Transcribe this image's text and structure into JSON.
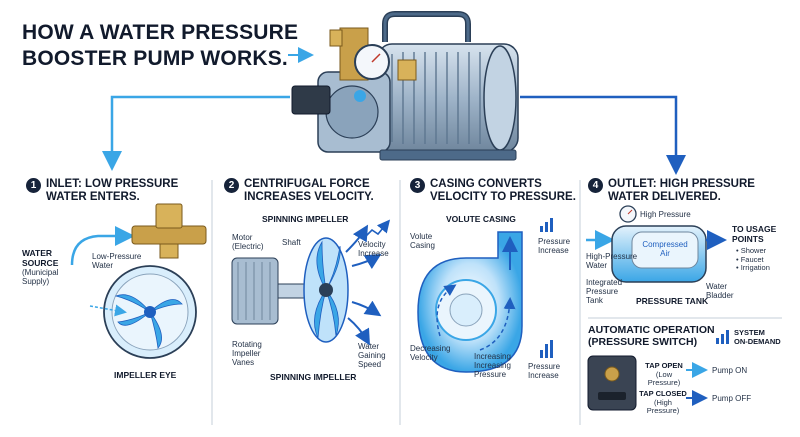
{
  "title": {
    "line1": "HOW A WATER PRESSURE",
    "line2": "BOOSTER PUMP WORKS."
  },
  "step1": {
    "number": "1",
    "title_line1": "INLET: LOW PRESSURE",
    "title_line2": "WATER ENTERS.",
    "water_source_line1": "WATER",
    "water_source_line2": "SOURCE",
    "water_source_line3": "(Municipal",
    "water_source_line4": "Supply)",
    "low_pressure_line1": "Low-Pressure",
    "low_pressure_line2": "Water",
    "impeller_eye": "IMPELLER EYE"
  },
  "step2": {
    "number": "2",
    "title_line1": "CENTRIFUGAL FORCE",
    "title_line2": "INCREASES VELOCITY.",
    "spinning_impeller_top": "SPINNING IMPELLER",
    "motor_line1": "Motor",
    "motor_line2": "(Electric)",
    "shaft": "Shaft",
    "velocity_line1": "Velocity",
    "velocity_line2": "Increase",
    "rotating_line1": "Rotating",
    "rotating_line2": "Impeller",
    "rotating_line3": "Vanes",
    "water_gaining_line1": "Water",
    "water_gaining_line2": "Gaining",
    "water_gaining_line3": "Speed",
    "spinning_impeller_bottom": "SPINNING IMPELLER"
  },
  "step3": {
    "number": "3",
    "title_line1": "CASING CONVERTS",
    "title_line2": "VELOCITY TO PRESSURE.",
    "volute_casing_head": "VOLUTE CASING",
    "volute_line1": "Volute",
    "volute_line2": "Casing",
    "pressure_increase_top_line1": "Pressure",
    "pressure_increase_top_line2": "Increase",
    "decreasing_line1": "Decreasing",
    "decreasing_line2": "Velocity",
    "increasing_line1": "Increasing",
    "increasing_line2": "Increasing",
    "increasing_line3": "Pressure",
    "pressure_increase_bottom_line1": "Pressure",
    "pressure_increase_bottom_line2": "Increase"
  },
  "step4": {
    "number": "4",
    "title_line1": "OUTLET: HIGH PRESSURE",
    "title_line2": "WATER DELIVERED.",
    "high_pressure": "High Pressure",
    "to_usage_line1": "TO USAGE",
    "to_usage_line2": "POINTS",
    "usage_points": [
      "• Shower",
      "• Faucet",
      "• Irrigation"
    ],
    "compressed_line1": "Compressed",
    "compressed_line2": "Air",
    "high_pressure_water_line1": "High-Pressure",
    "high_pressure_water_line2": "Water",
    "integrated_line1": "Integrated",
    "integrated_line2": "Pressure",
    "integrated_line3": "Tank",
    "water_bladder_line1": "Water",
    "water_bladder_line2": "Bladder",
    "pressure_tank": "PRESSURE TANK"
  },
  "auto": {
    "head_line1": "AUTOMATIC OPERATION",
    "head_line2": "(PRESSURE SWITCH)",
    "system_line1": "SYSTEM",
    "system_line2": "ON-DEMAND",
    "tap_open_line1": "TAP OPEN",
    "tap_open_line2": "(Low Pressure)",
    "pump_on": "Pump ON",
    "tap_closed_line1": "TAP CLOSED",
    "tap_closed_line2": "(High Pressure)",
    "pump_off": "Pump OFF"
  },
  "colors": {
    "water_blue": "#3aa6e6",
    "arrow_blue": "#1f5fbf",
    "navy": "#16233a",
    "brass": "#c9a04a",
    "pump_body": "#9fb4c9",
    "volute_light": "#cfe9fb"
  }
}
